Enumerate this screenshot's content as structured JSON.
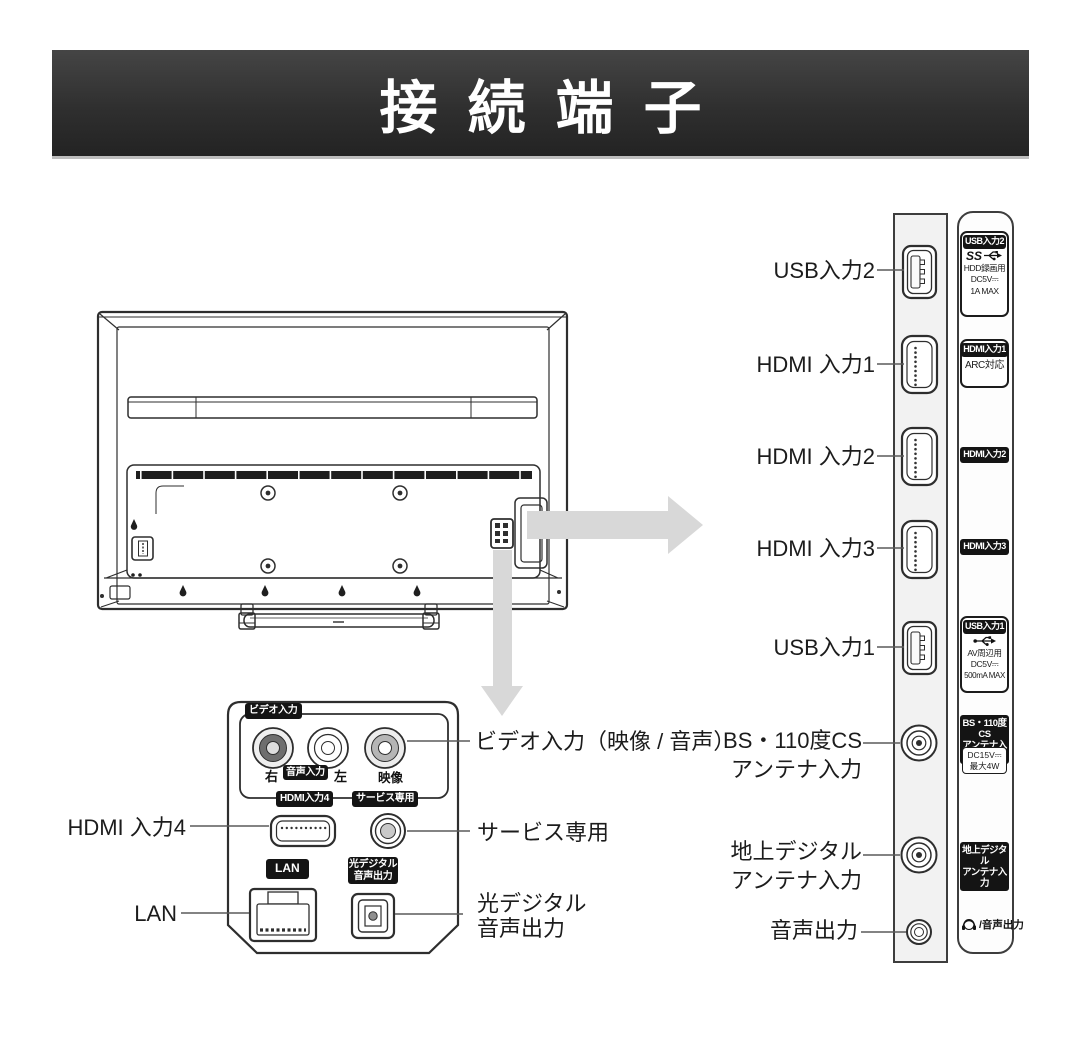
{
  "header": {
    "title": "接続端子"
  },
  "colors": {
    "banner_bg": "#2f2f2f",
    "banner_text": "#ffffff",
    "badge_bg": "#141414",
    "arrow_gray": "#d8d8d8",
    "line_dark": "#2e2e2e",
    "strip_fill": "#f2f2f2"
  },
  "side": {
    "labels": {
      "usb2": "USB入力2",
      "hdmi1": "HDMI 入力1",
      "hdmi2": "HDMI 入力2",
      "hdmi3": "HDMI 入力3",
      "usb1": "USB入力1",
      "bs1": "BS・110度CS",
      "bs2": "アンテナ入力",
      "terr1": "地上デジタル",
      "terr2": "アンテナ入力",
      "audio": "音声出力"
    },
    "stickers": {
      "usb2": {
        "badge": "USB入力2",
        "logo": "SS",
        "l1": "HDD録画用",
        "l2": "DC5V⎓",
        "l3": "1A MAX"
      },
      "hdmi1": {
        "badge": "HDMI入力1",
        "l1": "ARC対応"
      },
      "hdmi2": {
        "badge": "HDMI入力2"
      },
      "hdmi3": {
        "badge": "HDMI入力3"
      },
      "usb1": {
        "badge": "USB入力1",
        "l1": "AV周辺用",
        "l2": "DC5V⎓",
        "l3": "500mA MAX"
      },
      "bs": {
        "b1": "BS・110度CS",
        "b2": "アンテナ入力",
        "l1": "DC15V⎓",
        "l2": "最大4W"
      },
      "terr": {
        "b1": "地上デジタル",
        "b2": "アンテナ入力"
      },
      "audio": {
        "label": "/音声出力"
      }
    }
  },
  "bottom": {
    "badges": {
      "video": "ビデオ入力",
      "audio_in": "音声入力",
      "hdmi4": "HDMI入力4",
      "service": "サービス専用",
      "lan": "LAN",
      "optical1": "光デジタル",
      "optical2": "音声出力"
    },
    "jacks": {
      "right": "右",
      "left": "左",
      "video": "映像"
    },
    "labels": {
      "video_in": "ビデオ入力（映像 / 音声）",
      "hdmi4": "HDMI 入力4",
      "service": "サービス専用",
      "lan": "LAN",
      "optical1": "光デジタル",
      "optical2": "音声出力"
    }
  }
}
